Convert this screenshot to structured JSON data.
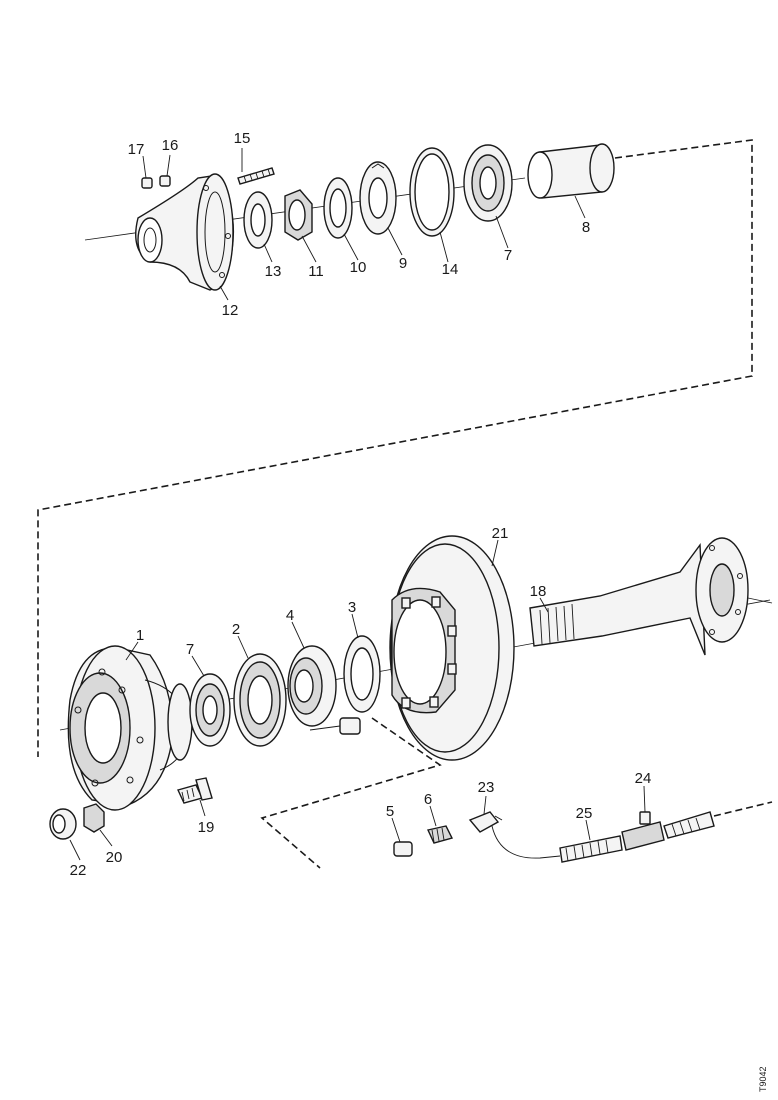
{
  "diagram": {
    "document_ref": "T9042",
    "callouts": {
      "c1": "1",
      "c2": "2",
      "c3": "3",
      "c4": "4",
      "c5": "5",
      "c6": "6",
      "c7a": "7",
      "c7b": "7",
      "c8": "8",
      "c9": "9",
      "c10": "10",
      "c11": "11",
      "c12": "12",
      "c13": "13",
      "c14": "14",
      "c15": "15",
      "c16": "16",
      "c17": "17",
      "c18": "18",
      "c19": "19",
      "c20": "20",
      "c21": "21",
      "c22": "22",
      "c23": "23",
      "c24": "24",
      "c25": "25"
    }
  }
}
